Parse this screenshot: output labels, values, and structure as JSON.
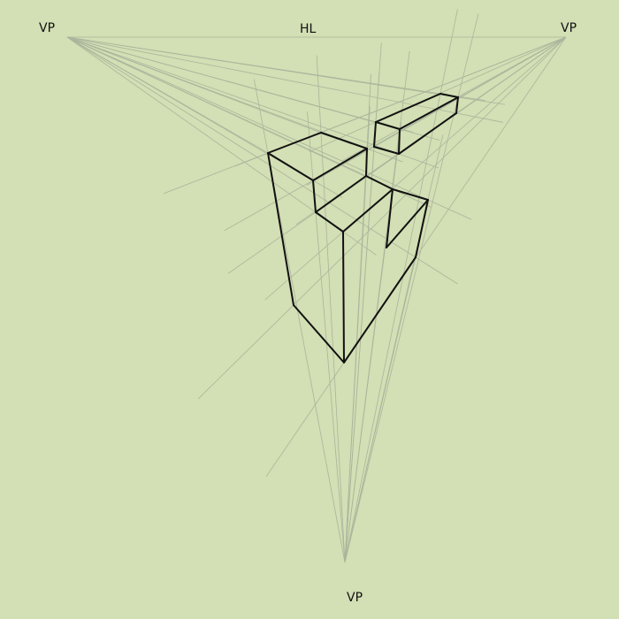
{
  "labels": {
    "vp_left": "VP",
    "vp_right": "VP",
    "vp_bottom": "VP",
    "horizon": "HL"
  },
  "colors": {
    "background": "#d3dfb4",
    "guide": "#a9b59c",
    "edge": "#111111"
  }
}
